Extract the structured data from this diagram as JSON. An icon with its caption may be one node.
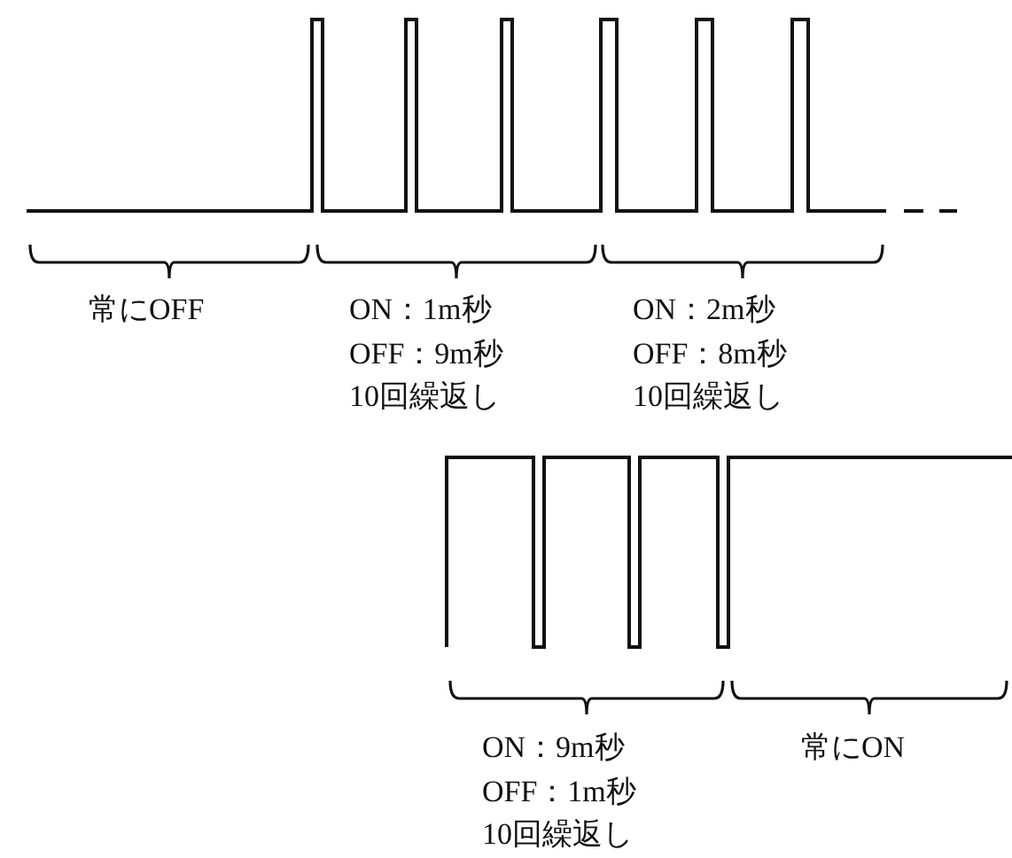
{
  "diagram": {
    "labels": [
      "常にOFF",
      "ON：1m秒",
      "OFF：9m秒",
      "10回繰返し",
      "ON：2m秒",
      "OFF：8m秒",
      "10回繰返し",
      "ON：9m秒",
      "OFF：1m秒",
      "10回繰返し",
      "常にON"
    ]
  }
}
